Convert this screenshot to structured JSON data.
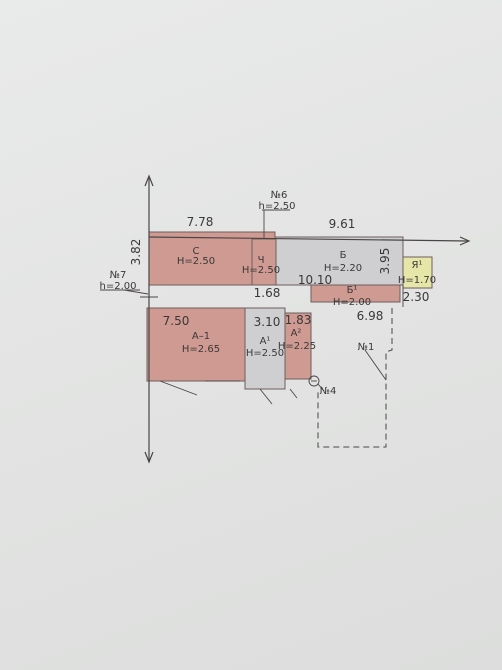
{
  "rooms": {
    "c": {
      "name": "С",
      "height": "Н=2.50"
    },
    "ch": {
      "name": "Ч",
      "height": "Н=2.50"
    },
    "b": {
      "name": "Б",
      "height": "Н=2.20"
    },
    "ya": {
      "name": "Я¹",
      "height": "Н=1.70"
    },
    "b1": {
      "name": "Б¹",
      "height": "Н=2.00"
    },
    "a1": {
      "name": "А–1",
      "height": "Н=2.65"
    },
    "aa": {
      "name": "А¹",
      "height": "Н=2.50"
    },
    "a2": {
      "name": "А²",
      "height": "Н=2.25"
    }
  },
  "dimensions": {
    "d778": "7.78",
    "d961": "9.61",
    "d382": "3.82",
    "d395": "3.95",
    "d1010": "10.10",
    "d168": "1.68",
    "d698": "6.98",
    "d230": "2.30",
    "d750": "7.50",
    "d310": "3.10",
    "d183": "1.83"
  },
  "markers": {
    "n6": "№6",
    "n6h": "h=2.50",
    "n7": "№7",
    "n7h": "h=2.00",
    "n1": "№1",
    "n4": "№4"
  },
  "colors": {
    "room_main": "#cf9a92",
    "room_annex": "#cfcfd1",
    "room_small": "#e7e6a9"
  }
}
